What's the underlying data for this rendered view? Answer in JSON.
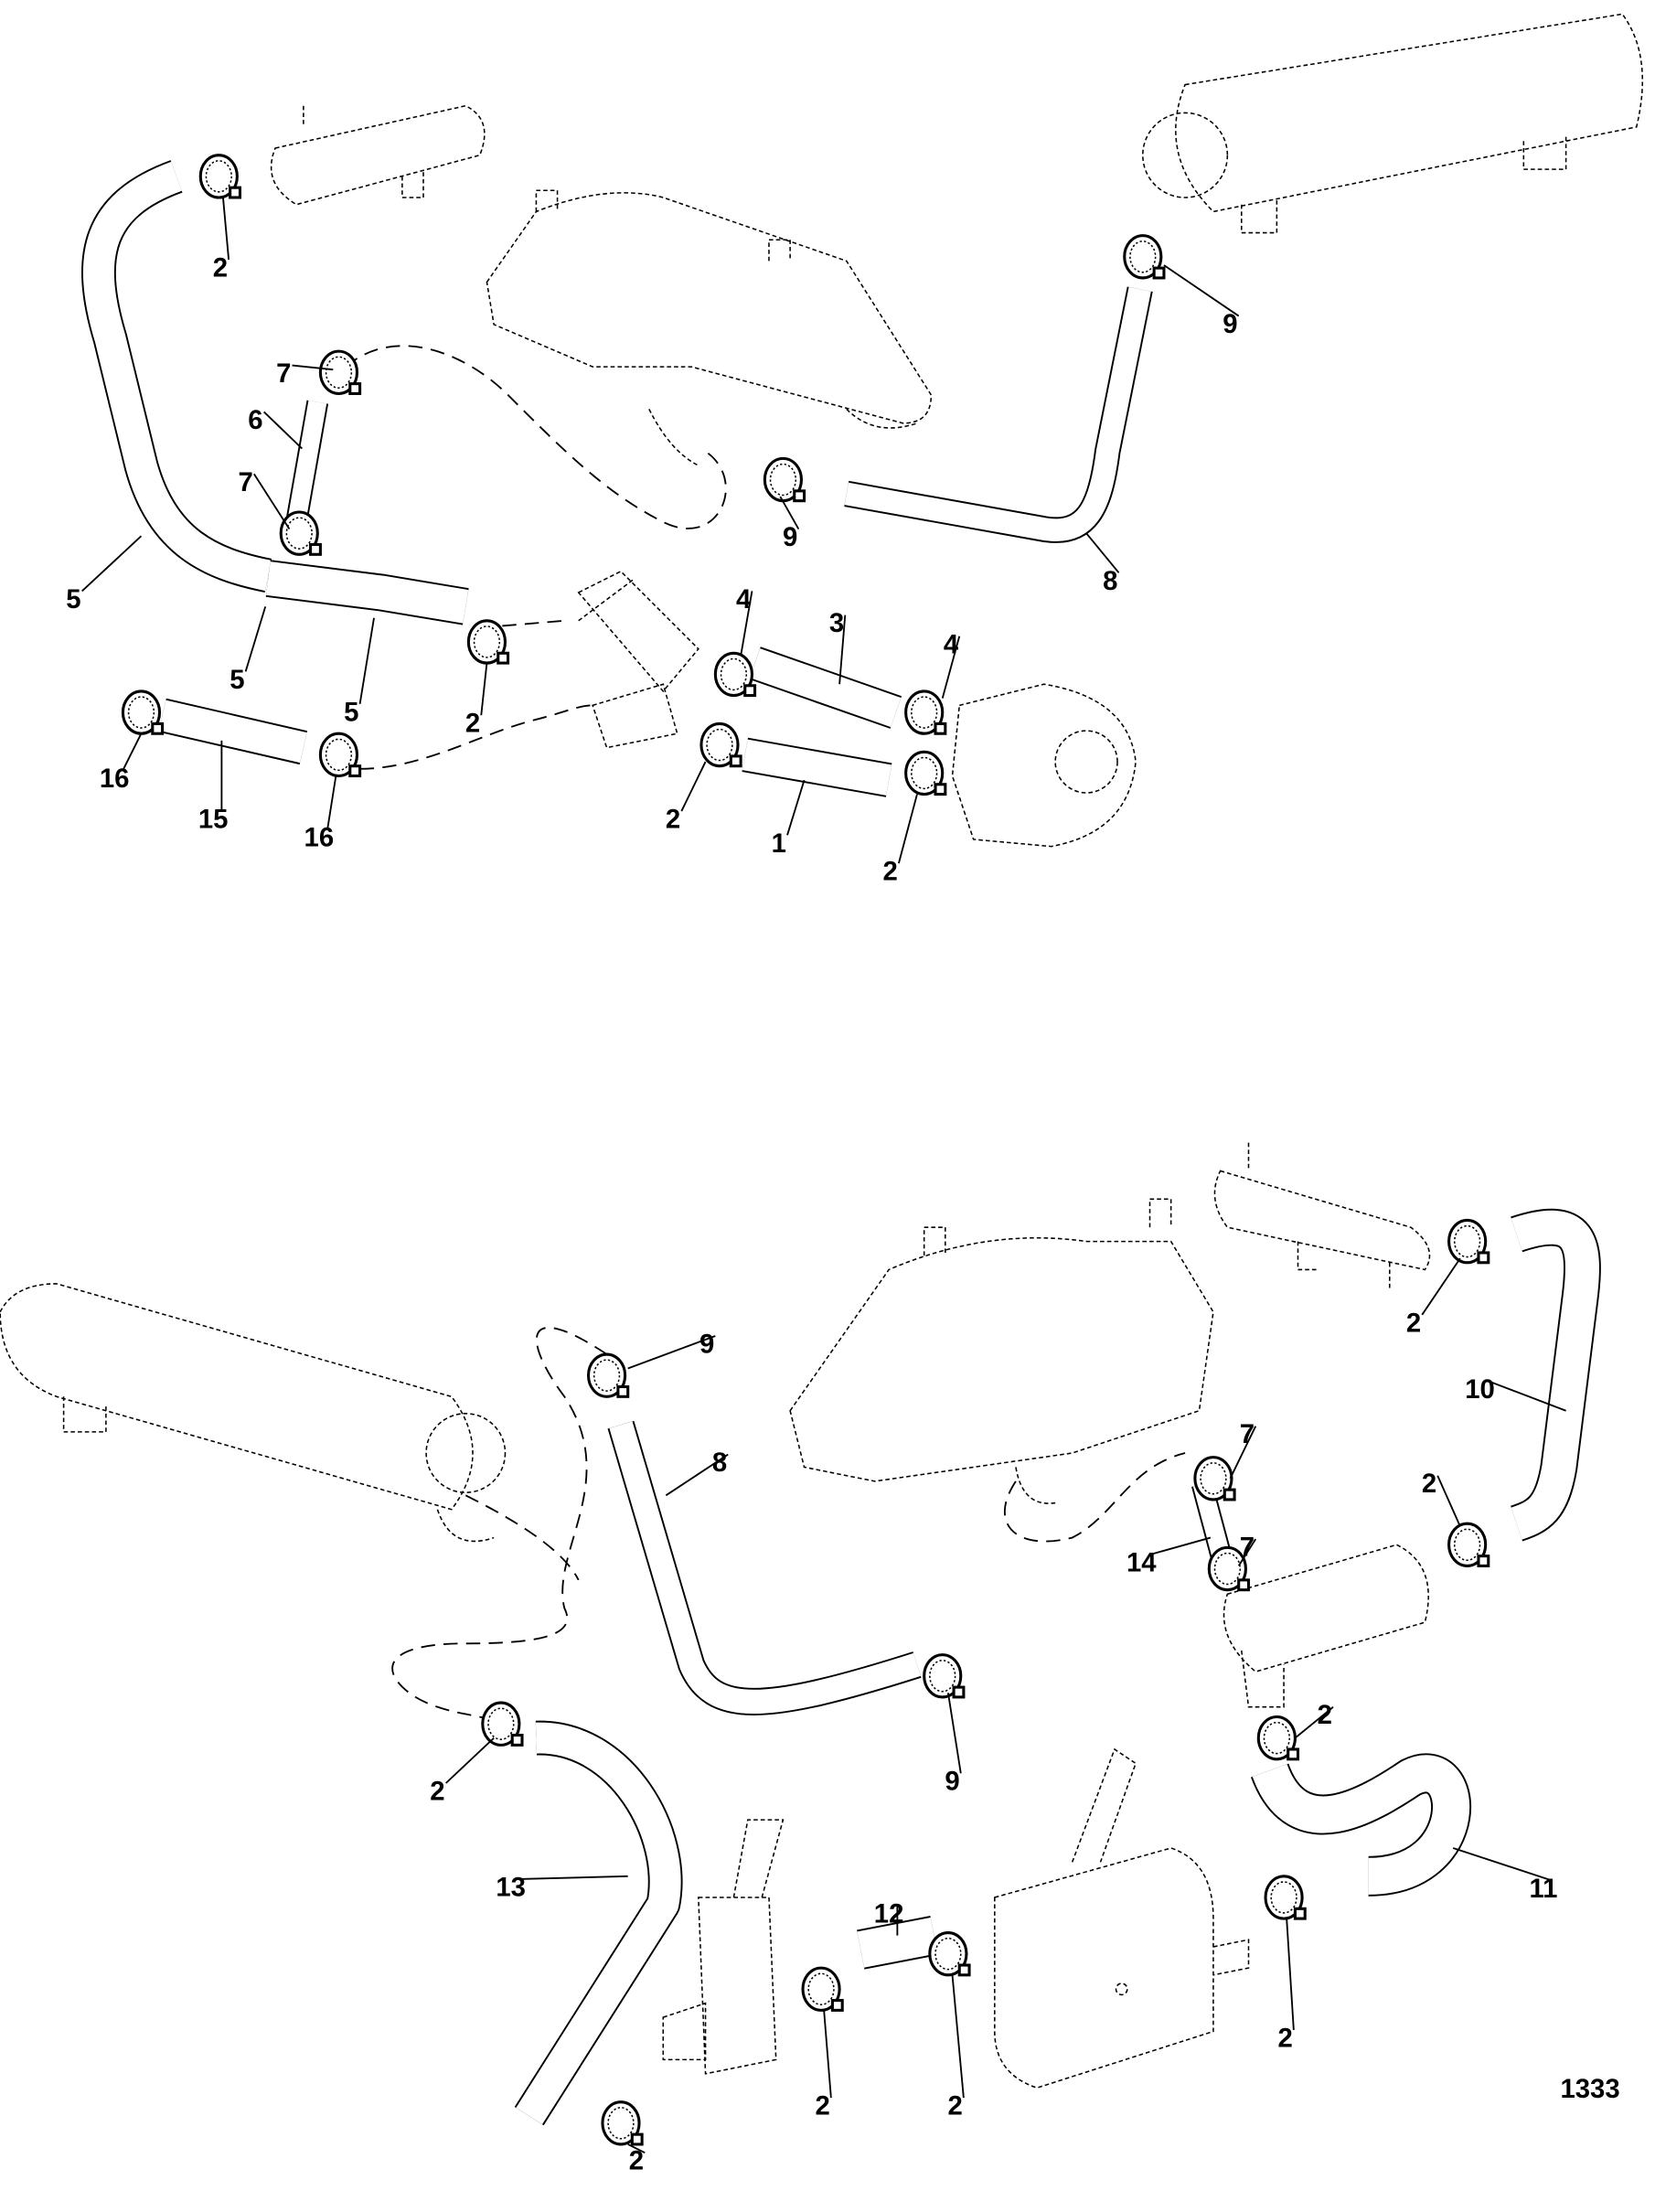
{
  "figure_number": "1333",
  "top_view": {
    "callouts": [
      "2",
      "9",
      "7",
      "6",
      "7",
      "9",
      "8",
      "5",
      "5",
      "4",
      "3",
      "4",
      "5",
      "2",
      "16",
      "15",
      "16",
      "2",
      "1",
      "2"
    ]
  },
  "bottom_view": {
    "callouts": [
      "9",
      "2",
      "10",
      "8",
      "7",
      "2",
      "14",
      "7",
      "2",
      "9",
      "2",
      "11",
      "13",
      "12",
      "2",
      "2",
      "2",
      "2"
    ]
  }
}
